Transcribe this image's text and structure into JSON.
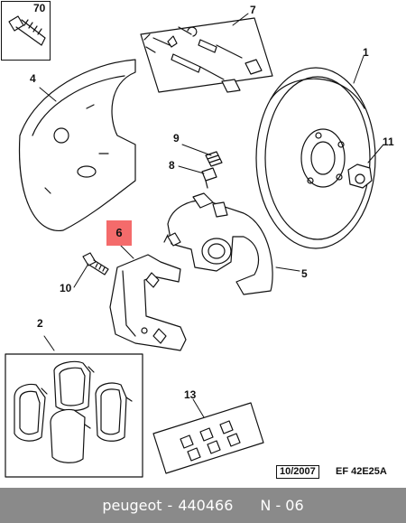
{
  "diagram": {
    "callouts": {
      "c1": "1",
      "c2": "2",
      "c4": "4",
      "c5": "5",
      "c6": "6",
      "c7": "7",
      "c8": "8",
      "c9": "9",
      "c10": "10",
      "c11": "11",
      "c13": "13",
      "c70": "70"
    },
    "highlight_color": "#f46b6b",
    "revision_date": "10/2007",
    "diagram_code": "EF 42E25A"
  },
  "footer": {
    "brand": "peugeot",
    "part_number": "440466",
    "item": "N - 06",
    "background": "#8a8a8a"
  }
}
